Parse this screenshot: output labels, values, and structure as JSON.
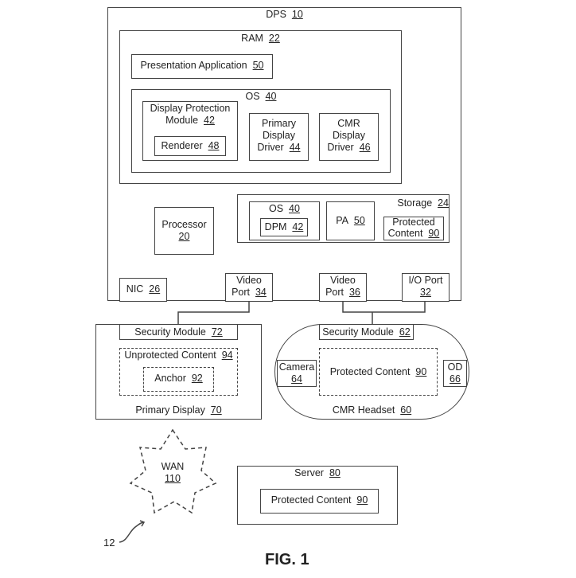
{
  "dps": {
    "name": "DPS",
    "num": "10"
  },
  "ram": {
    "name": "RAM",
    "num": "22"
  },
  "presentation_app": {
    "name": "Presentation Application",
    "num": "50"
  },
  "os": {
    "name": "OS",
    "num": "40"
  },
  "dpm": {
    "line1": "Display Protection",
    "line2": "Module",
    "num": "42"
  },
  "renderer": {
    "name": "Renderer",
    "num": "48"
  },
  "primary_driver": {
    "line1": "Primary",
    "line2": "Display",
    "line3": "Driver",
    "num": "44"
  },
  "cmr_driver": {
    "line1": "CMR",
    "line2": "Display",
    "line3": "Driver",
    "num": "46"
  },
  "processor": {
    "name": "Processor",
    "num": "20"
  },
  "storage": {
    "name": "Storage",
    "num": "24"
  },
  "storage_os": {
    "name": "OS",
    "num": "40"
  },
  "storage_dpm": {
    "name": "DPM",
    "num": "42"
  },
  "storage_pa": {
    "name": "PA",
    "num": "50"
  },
  "storage_pc": {
    "line1": "Protected",
    "line2": "Content",
    "num": "90"
  },
  "nic": {
    "name": "NIC",
    "num": "26"
  },
  "video_port_34": {
    "line1": "Video",
    "line2": "Port",
    "num": "34"
  },
  "video_port_36": {
    "line1": "Video",
    "line2": "Port",
    "num": "36"
  },
  "io_port": {
    "line1": "I/O Port",
    "num": "32"
  },
  "primary_display": {
    "name": "Primary Display",
    "num": "70"
  },
  "sec_module_72": {
    "name": "Security Module",
    "num": "72"
  },
  "unprotected": {
    "name": "Unprotected Content",
    "num": "94"
  },
  "anchor": {
    "name": "Anchor",
    "num": "92"
  },
  "cmr_headset": {
    "name": "CMR Headset",
    "num": "60"
  },
  "sec_module_62": {
    "name": "Security Module",
    "num": "62"
  },
  "camera": {
    "name": "Camera",
    "num": "64"
  },
  "headset_pc": {
    "name": "Protected Content",
    "num": "90"
  },
  "od": {
    "name": "OD",
    "num": "66"
  },
  "wan": {
    "name": "WAN",
    "num": "110"
  },
  "server": {
    "name": "Server",
    "num": "80"
  },
  "server_pc": {
    "name": "Protected Content",
    "num": "90"
  },
  "system_ref": "12",
  "figure_label": "FIG. 1"
}
